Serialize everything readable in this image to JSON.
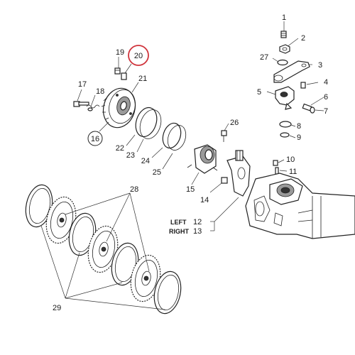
{
  "callouts": {
    "c1": "1",
    "c2": "2",
    "c3": "3",
    "c4": "4",
    "c5": "5",
    "c6": "6",
    "c7": "7",
    "c8": "8",
    "c9": "9",
    "c10": "10",
    "c11": "11",
    "c12": "12",
    "c13": "13",
    "c14": "14",
    "c15": "15",
    "c16": "16",
    "c17": "17",
    "c18": "18",
    "c19": "19",
    "c20": "20",
    "c21": "21",
    "c22": "22",
    "c23": "23",
    "c24": "24",
    "c25": "25",
    "c26": "26",
    "c27": "27",
    "c28": "28",
    "c29": "29"
  },
  "side_labels": {
    "left": "LEFT",
    "right": "RIGHT"
  },
  "highlight": {
    "color": "#d0343c",
    "callout": "20"
  }
}
